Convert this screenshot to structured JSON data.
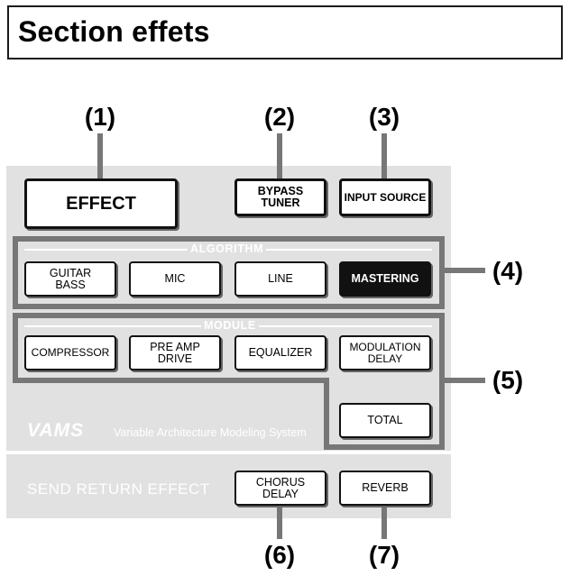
{
  "header": {
    "title": "Section effets"
  },
  "callouts": {
    "c1": "(1)",
    "c2": "(2)",
    "c3": "(3)",
    "c4": "(4)",
    "c5": "(5)",
    "c6": "(6)",
    "c7": "(7)"
  },
  "buttons": {
    "effect": "EFFECT",
    "bypass_tuner": "BYPASS\nTUNER",
    "input_source": "INPUT SOURCE"
  },
  "algorithm": {
    "label": "ALGORITHM",
    "buttons": [
      "GUITAR\nBASS",
      "MIC",
      "LINE",
      "MASTERING"
    ]
  },
  "module": {
    "label": "MODULE",
    "buttons": [
      "COMPRESSOR",
      "PRE AMP\nDRIVE",
      "EQUALIZER",
      "MODULATION\nDELAY"
    ],
    "total": "TOTAL"
  },
  "vams": {
    "logo": "VAMS",
    "text": "Variable Architecture Modeling System"
  },
  "send_return": {
    "label": "SEND RETURN EFFECT",
    "buttons": [
      "CHORUS\nDELAY",
      "REVERB"
    ]
  },
  "colors": {
    "panel": "#e1e1e1",
    "frame": "#777777",
    "ink": "#111111"
  }
}
